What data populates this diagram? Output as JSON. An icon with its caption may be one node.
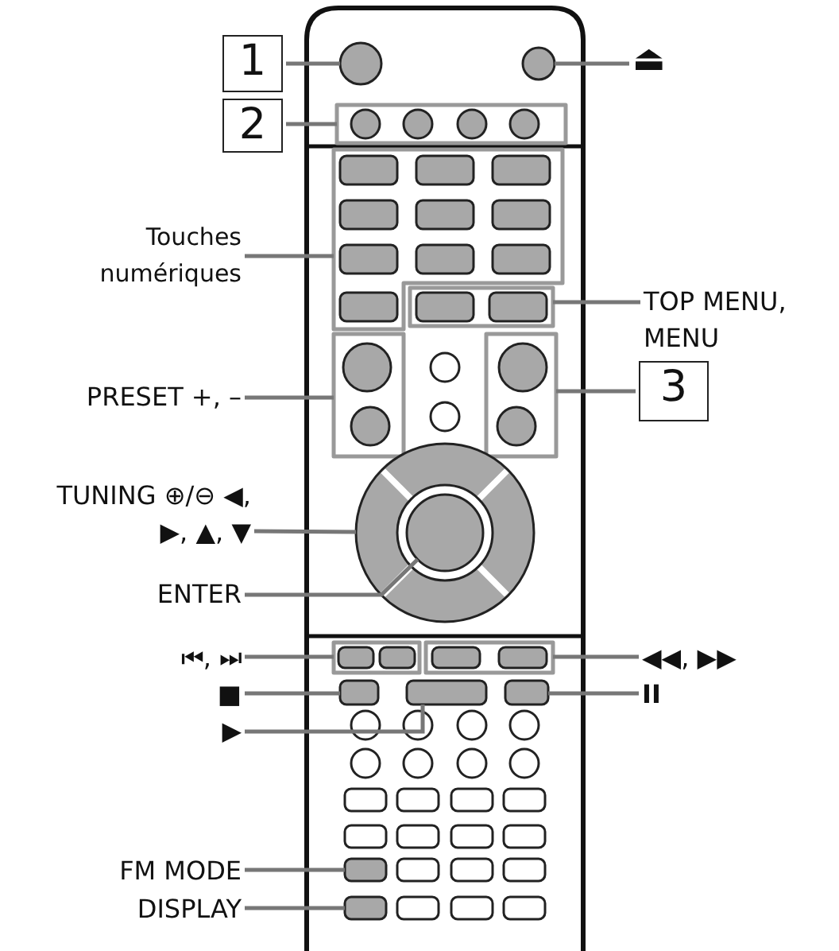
{
  "diagram": {
    "nodes": [
      {
        "text": [
          "1"
        ]
      },
      {
        "text": [],
        "shape": "circle"
      },
      {
        "text": [
          "2"
        ]
      },
      {
        "text": [],
        "shape": "box"
      },
      {
        "text": [
          "⏏"
        ]
      },
      {
        "text": [],
        "shape": "circle"
      },
      {
        "text": [
          "Touches numériques"
        ]
      },
      {
        "text": [],
        "shape": "box"
      },
      {
        "text": [
          "TOP MENU, MENU"
        ]
      },
      {
        "text": [],
        "shape": "box"
      },
      {
        "text": [
          "PRESET +, –"
        ]
      },
      {
        "text": [],
        "shape": "box"
      },
      {
        "text": [
          "3"
        ]
      },
      {
        "text": [],
        "shape": "box"
      },
      {
        "text": [
          "TUNING ⊕/⊖ ◀, ▶, ▲, ▼"
        ]
      },
      {
        "text": [],
        "shape": "circle"
      },
      {
        "text": [
          "ENTER"
        ]
      },
      {
        "text": [],
        "shape": "circle",
        "in": 15
      },
      {
        "text": [
          "⏮, ⏭"
        ]
      },
      {
        "text": [],
        "shape": "box"
      },
      {
        "text": [
          "◀◀, ▶▶"
        ]
      },
      {
        "text": [],
        "shape": "box"
      },
      {
        "text": [
          "■"
        ]
      },
      {
        "text": [],
        "shape": "box"
      },
      {
        "text": [
          "▶"
        ]
      },
      {
        "text": [],
        "shape": "box"
      },
      {
        "text": [
          "II"
        ]
      },
      {
        "text": [],
        "shape": "box"
      },
      {
        "text": [
          "FM MODE"
        ]
      },
      {
        "text": [],
        "shape": "box"
      },
      {
        "text": [
          "DISPLAY"
        ]
      },
      {
        "text": [],
        "shape": "box"
      }
    ],
    "edges": [
      {
        "from": 0,
        "to": 1,
        "arrow": "none"
      },
      {
        "from": 2,
        "to": 3,
        "arrow": "none"
      },
      {
        "from": 4,
        "to": 5,
        "arrow": "none"
      },
      {
        "from": 6,
        "to": 7,
        "arrow": "none"
      },
      {
        "from": 8,
        "to": 9,
        "arrow": "none"
      },
      {
        "from": 10,
        "to": 11,
        "arrow": "none"
      },
      {
        "from": 12,
        "to": 13,
        "arrow": "none"
      },
      {
        "from": 14,
        "to": 15,
        "arrow": "none"
      },
      {
        "from": 16,
        "to": 17,
        "arrow": "none"
      },
      {
        "from": 18,
        "to": 19,
        "arrow": "none"
      },
      {
        "from": 20,
        "to": 21,
        "arrow": "none"
      },
      {
        "from": 22,
        "to": 23,
        "arrow": "none"
      },
      {
        "from": 24,
        "to": 25,
        "arrow": "none"
      },
      {
        "from": 26,
        "to": 27,
        "arrow": "none"
      },
      {
        "from": 28,
        "to": 29,
        "arrow": "none"
      },
      {
        "from": 30,
        "to": 31,
        "arrow": "none"
      }
    ]
  }
}
